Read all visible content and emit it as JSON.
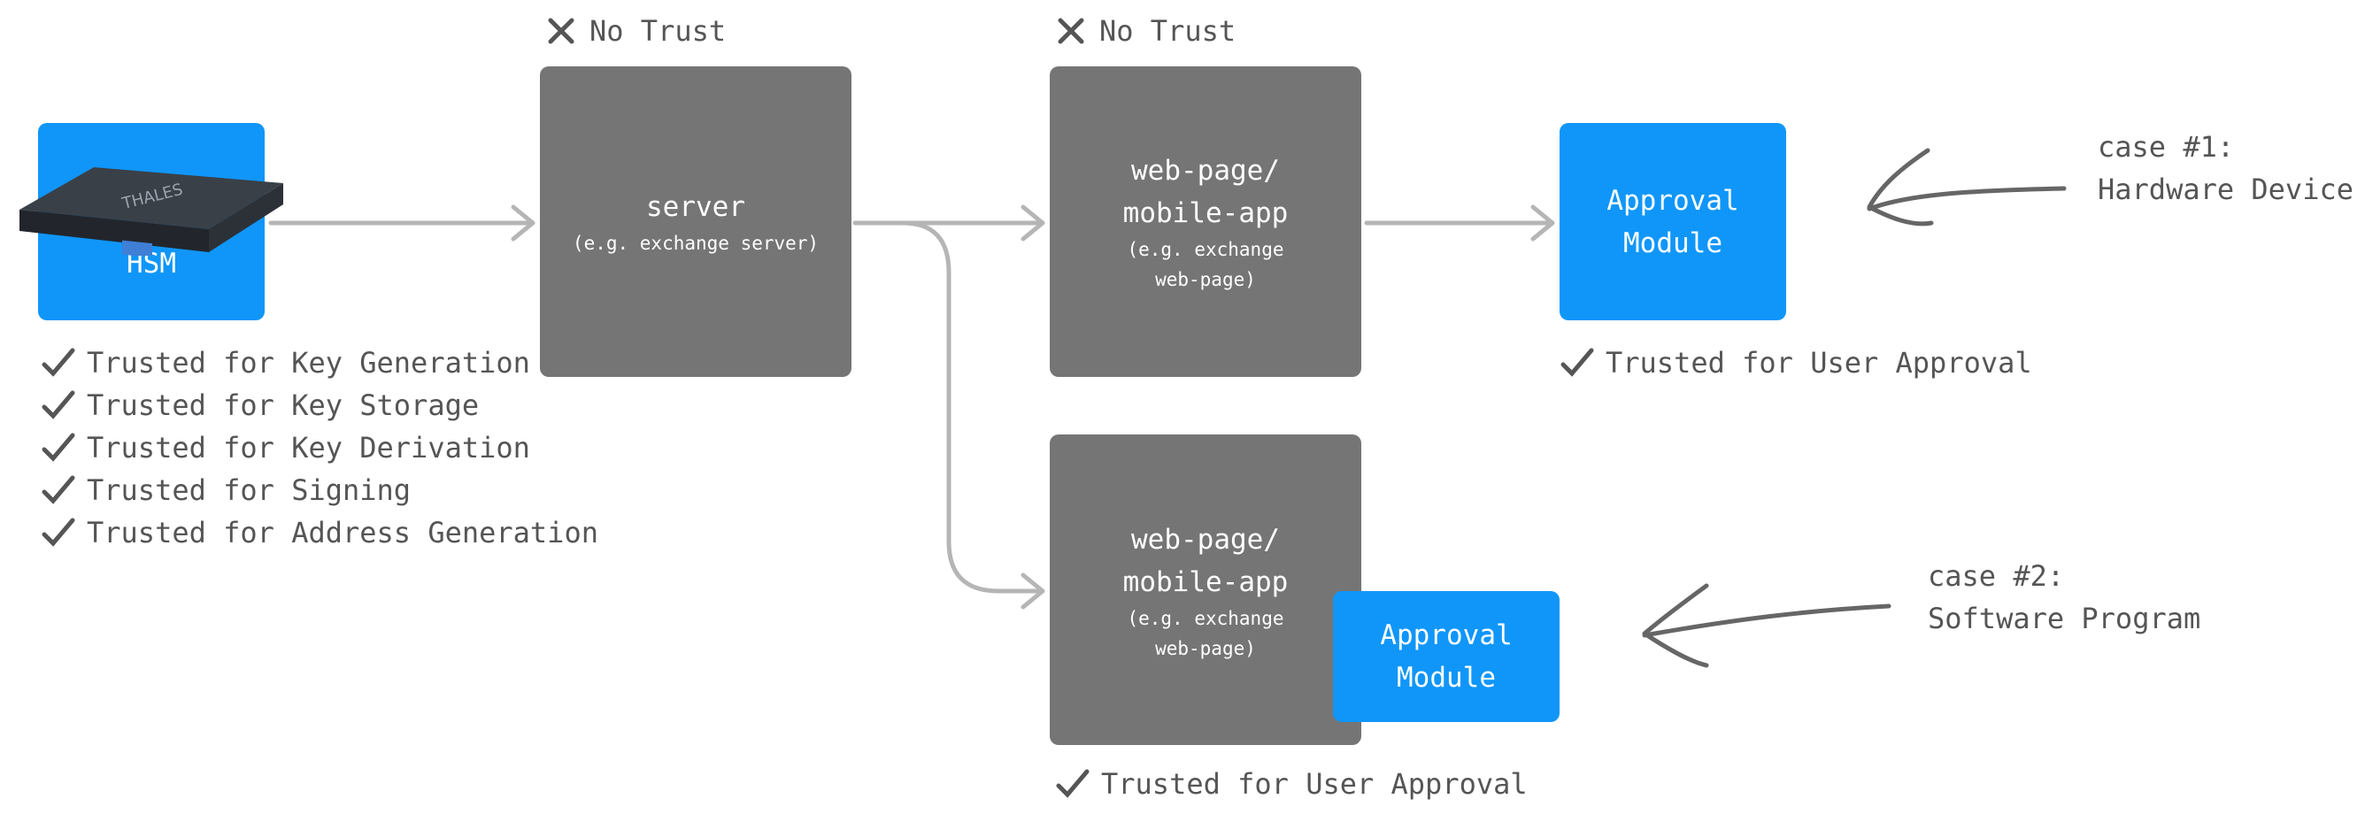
{
  "colors": {
    "gray_box": "#757575",
    "blue_box": "#1096f9",
    "connector": "#b5b5b5",
    "text": "#555555"
  },
  "hsm": {
    "label": "HSM",
    "device_brand": "THALES"
  },
  "server": {
    "title": "server",
    "subtitle": "(e.g. exchange server)",
    "trust_label": "No Trust"
  },
  "web_top": {
    "title_line1": "web-page/",
    "title_line2": "mobile-app",
    "subtitle_line1": "(e.g. exchange",
    "subtitle_line2": "web-page)",
    "trust_label": "No Trust"
  },
  "approval_top": {
    "line1": "Approval",
    "line2": "Module",
    "trust_label": "Trusted for User Approval"
  },
  "web_bottom": {
    "title_line1": "web-page/",
    "title_line2": "mobile-app",
    "subtitle_line1": "(e.g. exchange",
    "subtitle_line2": "web-page)",
    "trust_label": "Trusted for User Approval"
  },
  "approval_bottom": {
    "line1": "Approval",
    "line2": "Module"
  },
  "hsm_trust_items": [
    "Trusted for Key Generation",
    "Trusted for Key Storage",
    "Trusted for Key Derivation",
    "Trusted for Signing",
    "Trusted for Address Generation"
  ],
  "case1": {
    "line1": "case #1:",
    "line2": "Hardware Device"
  },
  "case2": {
    "line1": "case #2:",
    "line2": "Software Program"
  }
}
